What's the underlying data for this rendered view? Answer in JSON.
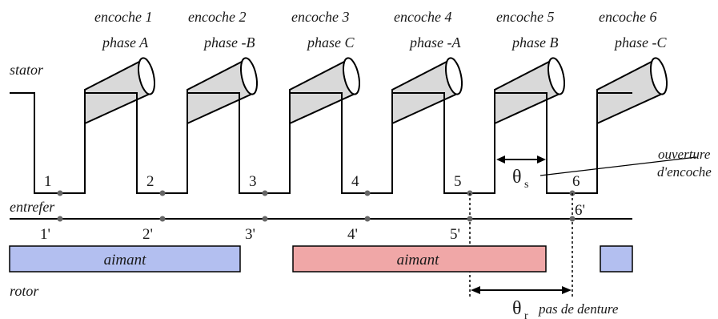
{
  "slots": [
    {
      "encoche": "encoche 1",
      "phase": "phase A"
    },
    {
      "encoche": "encoche 2",
      "phase": "phase -B"
    },
    {
      "encoche": "encoche 3",
      "phase": "phase C"
    },
    {
      "encoche": "encoche 4",
      "phase": "phase -A"
    },
    {
      "encoche": "encoche 5",
      "phase": "phase B"
    },
    {
      "encoche": "encoche 6",
      "phase": "phase -C"
    }
  ],
  "labels": {
    "stator": "stator",
    "entrefer": "entrefer",
    "rotor": "rotor",
    "ouverture_line1": "ouverture",
    "ouverture_line2": "d'encoche",
    "pas_de_denture": "pas de denture",
    "theta": "θ",
    "theta_s_sub": "s",
    "theta_r_sub": "r"
  },
  "stator_points": [
    "1",
    "2",
    "3",
    "4",
    "5",
    "6"
  ],
  "gap_points": [
    "1'",
    "2'",
    "3'",
    "4'",
    "5'",
    "6'"
  ],
  "magnets": [
    {
      "label": "aimant",
      "color": "#b3bff0"
    },
    {
      "label": "aimant",
      "color": "#f0a7a7"
    },
    {
      "label": "",
      "color": "#b3bff0"
    }
  ],
  "colors": {
    "coil_fill": "#d9d9d9",
    "point": "#666666",
    "ink": "#000000"
  }
}
